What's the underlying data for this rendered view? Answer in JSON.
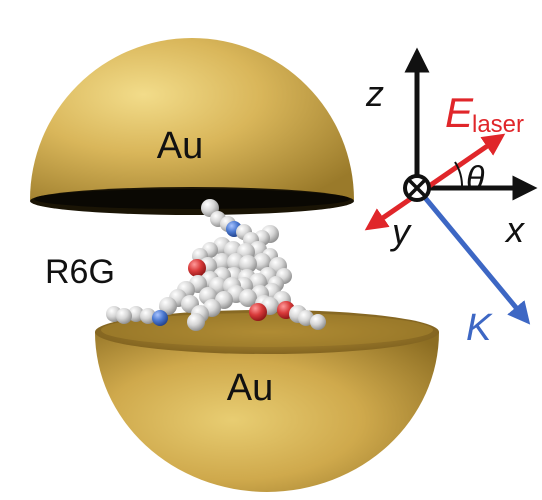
{
  "figure": {
    "top_hemisphere_label": "Au",
    "bottom_hemisphere_label": "Au",
    "molecule_label": "R6G",
    "gold_color": "#c9a84a",
    "carbon_color": "#d9d9d9",
    "oxygen_color": "#d83a3a",
    "nitrogen_color": "#4a78d0"
  },
  "axes": {
    "z_label": "z",
    "x_label": "x",
    "y_label": "y",
    "field_symbol": "E",
    "field_subscript": "laser",
    "wavevector_label": "K",
    "angle_label": "θ",
    "field_color": "#e0262a",
    "wavevector_color": "#3d67c4",
    "axis_color": "#111111"
  }
}
